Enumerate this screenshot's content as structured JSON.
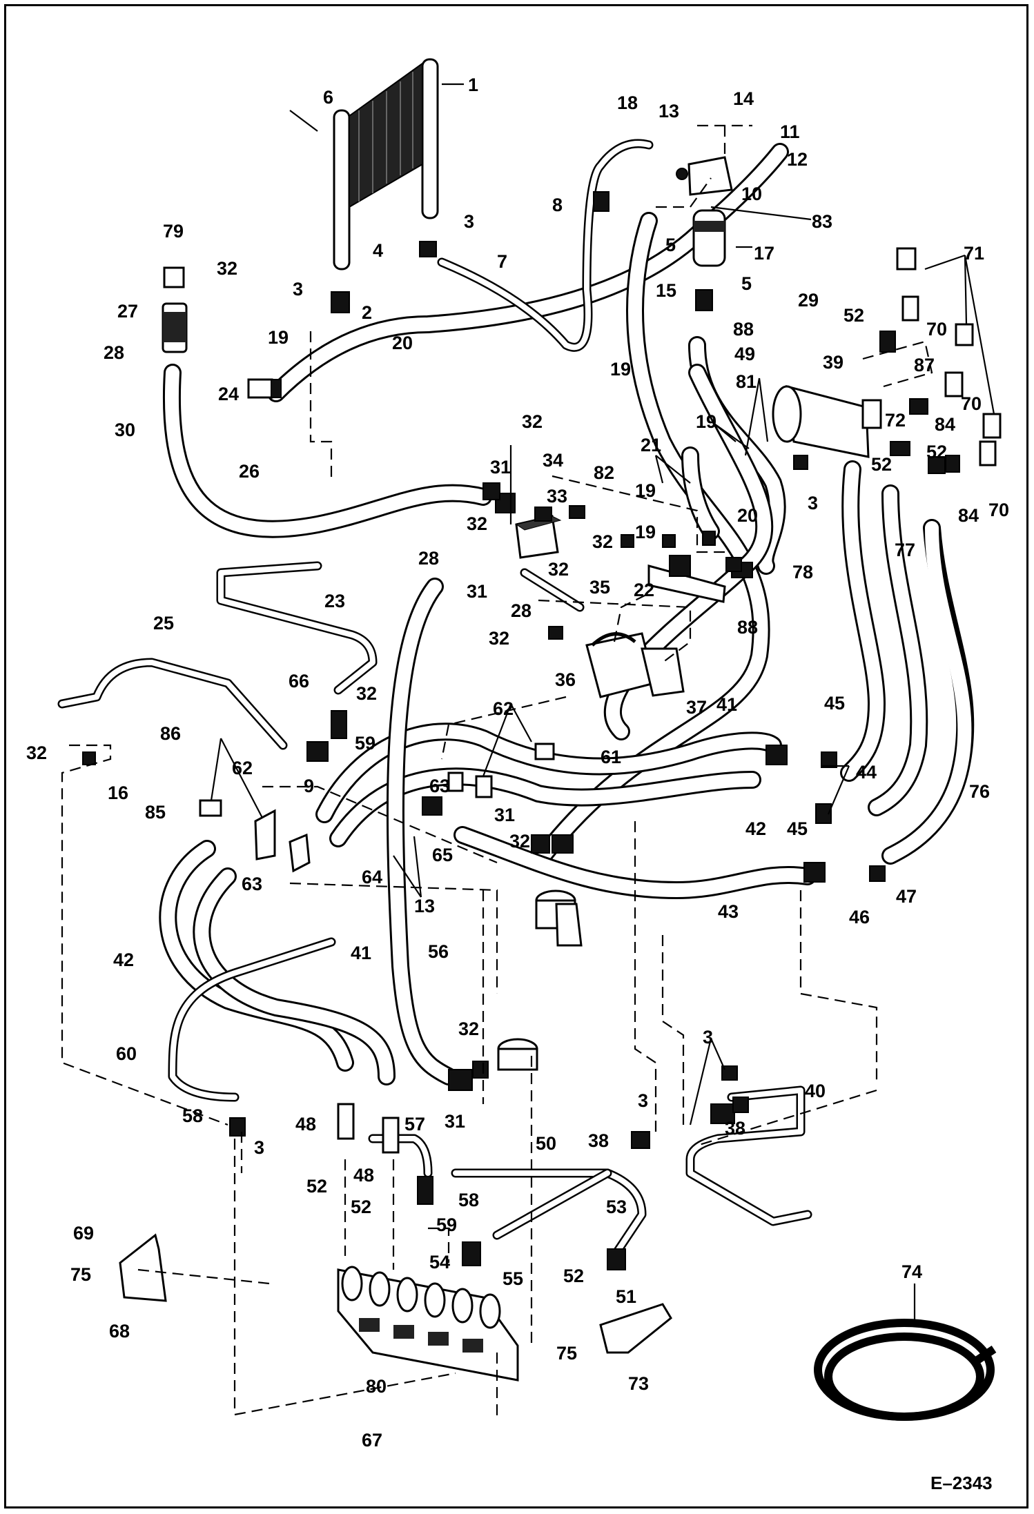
{
  "drawing": {
    "figure_code": "E–2343",
    "callouts": [
      "1",
      "2",
      "3",
      "4",
      "5",
      "6",
      "7",
      "8",
      "9",
      "10",
      "11",
      "12",
      "13",
      "14",
      "15",
      "16",
      "17",
      "18",
      "19",
      "20",
      "21",
      "22",
      "23",
      "24",
      "25",
      "26",
      "27",
      "28",
      "29",
      "30",
      "31",
      "32",
      "33",
      "34",
      "35",
      "36",
      "37",
      "38",
      "39",
      "40",
      "41",
      "42",
      "43",
      "44",
      "45",
      "46",
      "47",
      "48",
      "49",
      "50",
      "51",
      "52",
      "53",
      "54",
      "55",
      "56",
      "57",
      "58",
      "59",
      "60",
      "61",
      "62",
      "63",
      "64",
      "65",
      "66",
      "67",
      "68",
      "69",
      "70",
      "71",
      "72",
      "73",
      "74",
      "75",
      "76",
      "77",
      "78",
      "79",
      "80",
      "81",
      "82",
      "83",
      "84",
      "85",
      "86",
      "87",
      "88"
    ]
  }
}
